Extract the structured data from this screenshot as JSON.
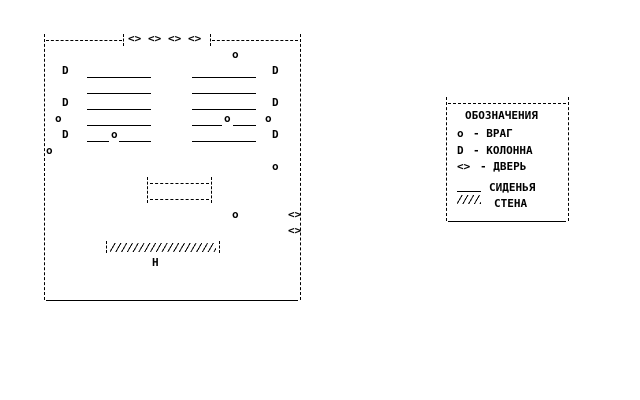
{
  "room": {
    "door_glyph": "<>",
    "column_glyph": "D",
    "enemy_glyph": "o",
    "start_glyph": "H"
  },
  "legend": {
    "title": "ОБОЗНАЧЕНИЯ",
    "items": [
      {
        "symbol": "o",
        "label": "- ВРАГ"
      },
      {
        "symbol": "D",
        "label": "- КОЛОННА"
      },
      {
        "symbol": "<>",
        "label": "- ДВЕРЬ"
      },
      {
        "symbol": "",
        "label": "СИДЕНЬЯ"
      },
      {
        "symbol": "",
        "label": "СТЕНА"
      }
    ]
  }
}
